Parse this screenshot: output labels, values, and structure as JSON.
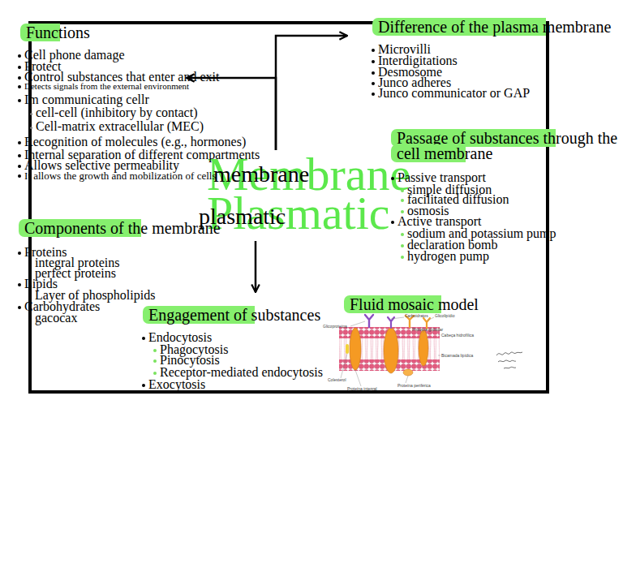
{
  "diagram": {
    "nodes": [
      {
        "text": [
          "Membrane Plasmatic",
          "membrane",
          "plasmatic"
        ]
      },
      {
        "text": [
          "Functions",
          "Cell phone damage",
          "Protect",
          "Control substances that enter and exit",
          "Detects signals from the external environment",
          "Im communicating cellr",
          "cell-cell (inhibitory by contact)",
          "Cell-matrix extracellular (MEC)",
          "Recognition of molecules (e.g., hormones)",
          "Internal separation of different compartments",
          "Allows selective permeability",
          "It allows the growth and mobilization of cells"
        ]
      },
      {
        "text": [
          "Difference of the plasma membrane",
          "Microvilli",
          "Interdigitations",
          "Desmosome",
          "Junco adheres",
          "Junco communicator or GAP"
        ]
      },
      {
        "text": [
          "Passage of substances through the cell membrane",
          "Passive transport",
          "simple diffusion",
          "facilitated diffusion",
          "osmosis",
          "Active transport",
          "sodium and potassium pump",
          "declaration bomb",
          "hydrogen pump"
        ]
      },
      {
        "text": [
          "Components of the membrane",
          "Proteins",
          "integral proteins",
          "perfect proteins",
          "Lipids",
          "Layer of phospholipids",
          "Carbohydrates",
          "gacocax"
        ]
      },
      {
        "text": [
          "Engagement of substances",
          "Endocytosis",
          "Phagocytosis",
          "Pinocytosis",
          "Receptor-mediated endocytosis",
          "Exocytosis"
        ]
      },
      {
        "text": [
          "Fluid mosaic model"
        ]
      }
    ],
    "edges": [
      {
        "from": 0,
        "to": 2,
        "arrow": "to"
      },
      {
        "from": 0,
        "to": 1,
        "arrow": "to"
      },
      {
        "from": 0,
        "to": 5,
        "arrow": "to"
      }
    ],
    "labels": [
      "Glicoproteína",
      "Carboidratos",
      "Glicolipídio",
      "Proteína globular",
      "Cabeça hidrofílica",
      "Bicamada lipídica",
      "Colesterol",
      "Proteína integral",
      "Proteína periférica"
    ]
  }
}
